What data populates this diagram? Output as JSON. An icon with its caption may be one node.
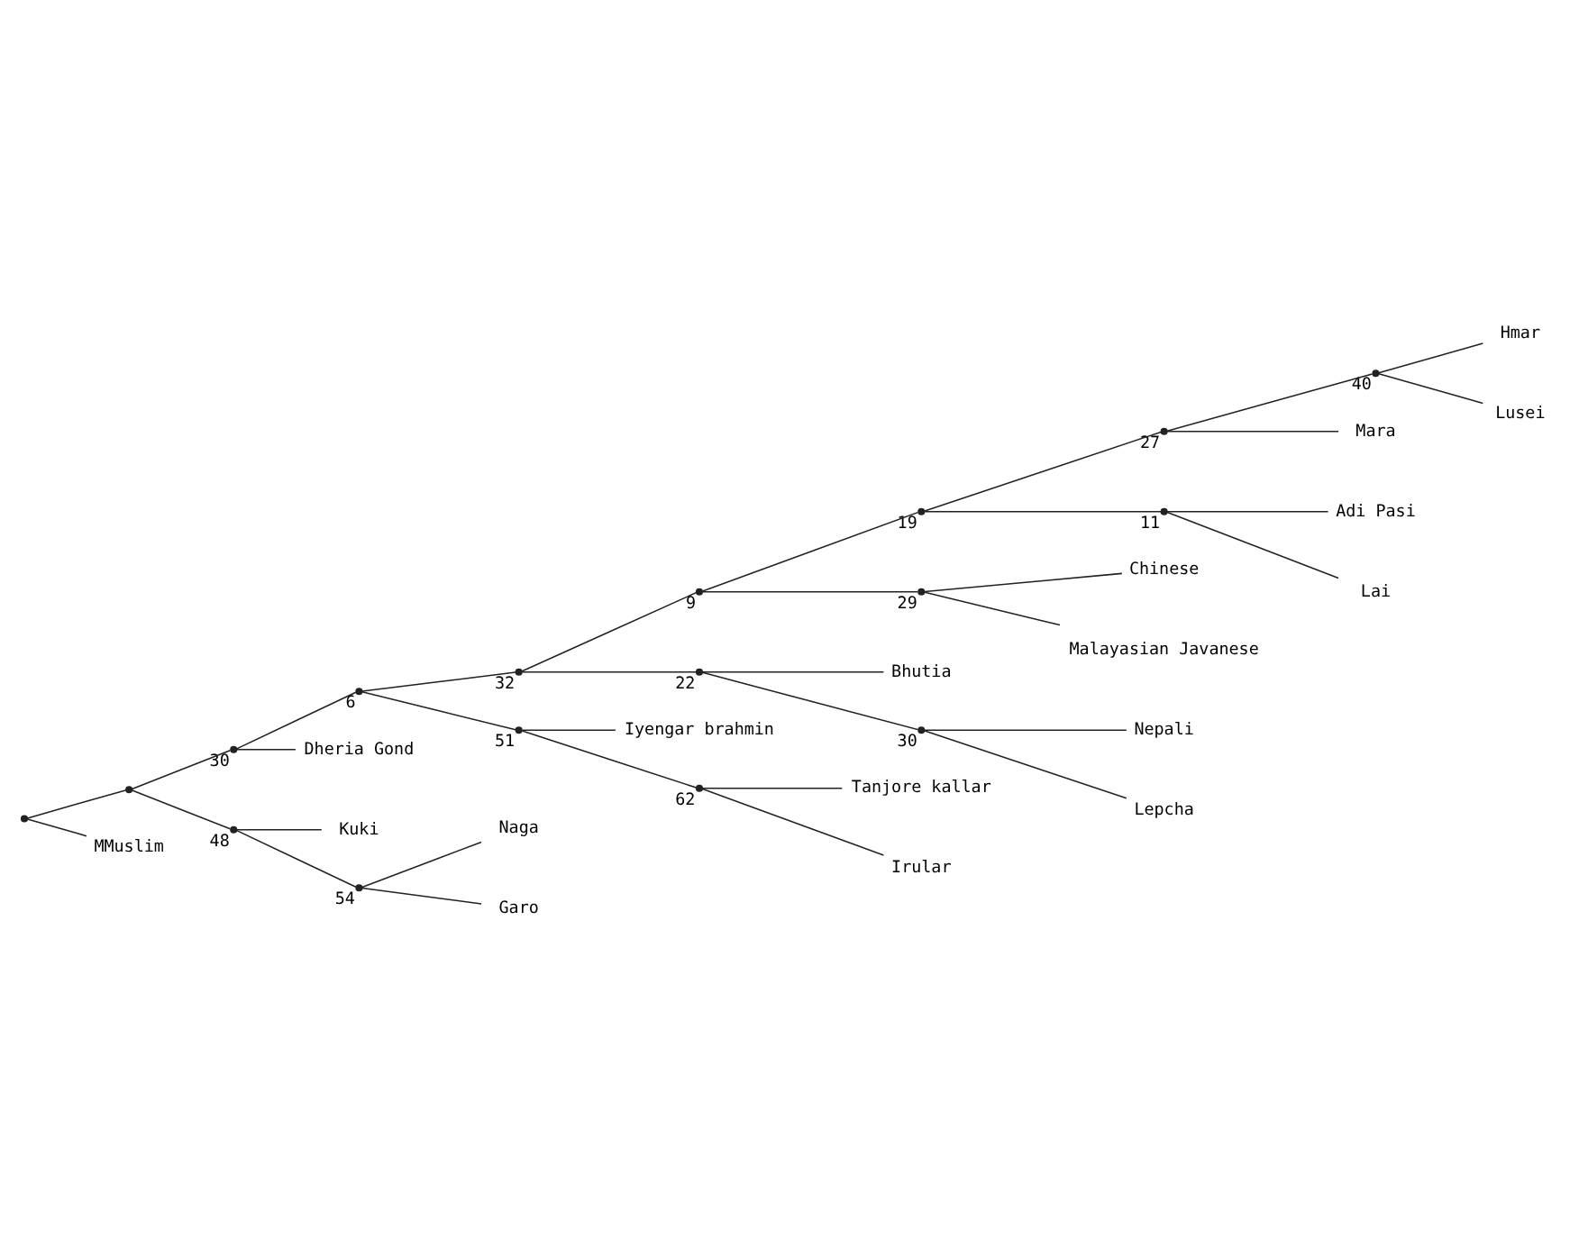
{
  "diagram": {
    "nodes": [
      {
        "text": [],
        "shape": "point"
      },
      {
        "text": [],
        "shape": "point"
      },
      {
        "text": [],
        "shape": "point",
        "beside": [
          "30"
        ]
      },
      {
        "text": [],
        "shape": "point",
        "beside": [
          "6"
        ]
      },
      {
        "text": [],
        "shape": "point",
        "beside": [
          "32"
        ]
      },
      {
        "text": [],
        "shape": "point",
        "beside": [
          "9"
        ]
      },
      {
        "text": [],
        "shape": "point",
        "beside": [
          "19"
        ]
      },
      {
        "text": [],
        "shape": "point",
        "beside": [
          "27"
        ]
      },
      {
        "text": [],
        "shape": "point",
        "beside": [
          "40"
        ]
      },
      {
        "text": [
          "Hmar"
        ]
      },
      {
        "text": [
          "Lusei"
        ]
      },
      {
        "text": [
          "Mara"
        ]
      },
      {
        "text": [],
        "shape": "point",
        "beside": [
          "11"
        ]
      },
      {
        "text": [
          "Adi Pasi"
        ]
      },
      {
        "text": [
          "Lai"
        ]
      },
      {
        "text": [],
        "shape": "point",
        "beside": [
          "29"
        ]
      },
      {
        "text": [
          "Chinese"
        ]
      },
      {
        "text": [
          "Malayasian Javanese"
        ]
      },
      {
        "text": [],
        "shape": "point",
        "beside": [
          "22"
        ]
      },
      {
        "text": [
          "Bhutia"
        ]
      },
      {
        "text": [],
        "shape": "point",
        "beside": [
          "30"
        ]
      },
      {
        "text": [
          "Nepali"
        ]
      },
      {
        "text": [
          "Lepcha"
        ]
      },
      {
        "text": [],
        "shape": "point",
        "beside": [
          "51"
        ]
      },
      {
        "text": [
          "Iyengar brahmin"
        ]
      },
      {
        "text": [],
        "shape": "point",
        "beside": [
          "62"
        ]
      },
      {
        "text": [
          "Tanjore kallar"
        ]
      },
      {
        "text": [
          "Irular"
        ]
      },
      {
        "text": [
          "Dheria Gond"
        ]
      },
      {
        "text": [],
        "shape": "point",
        "beside": [
          "48"
        ]
      },
      {
        "text": [
          "Kuki"
        ]
      },
      {
        "text": [],
        "shape": "point",
        "beside": [
          "54"
        ]
      },
      {
        "text": [
          "Naga"
        ]
      },
      {
        "text": [
          "Garo"
        ]
      },
      {
        "text": [
          "MMuslim"
        ]
      }
    ],
    "edges": [
      {
        "from": 0,
        "to": 1,
        "arrow": "none"
      },
      {
        "from": 0,
        "to": 34,
        "arrow": "none"
      },
      {
        "from": 1,
        "to": 2,
        "arrow": "none"
      },
      {
        "from": 1,
        "to": 29,
        "arrow": "none"
      },
      {
        "from": 2,
        "to": 3,
        "arrow": "none"
      },
      {
        "from": 2,
        "to": 28,
        "arrow": "none"
      },
      {
        "from": 3,
        "to": 4,
        "arrow": "none"
      },
      {
        "from": 3,
        "to": 23,
        "arrow": "none"
      },
      {
        "from": 4,
        "to": 5,
        "arrow": "none"
      },
      {
        "from": 4,
        "to": 18,
        "arrow": "none"
      },
      {
        "from": 5,
        "to": 6,
        "arrow": "none"
      },
      {
        "from": 5,
        "to": 15,
        "arrow": "none"
      },
      {
        "from": 6,
        "to": 7,
        "arrow": "none"
      },
      {
        "from": 6,
        "to": 12,
        "arrow": "none"
      },
      {
        "from": 7,
        "to": 8,
        "arrow": "none"
      },
      {
        "from": 7,
        "to": 11,
        "arrow": "none"
      },
      {
        "from": 8,
        "to": 9,
        "arrow": "none"
      },
      {
        "from": 8,
        "to": 10,
        "arrow": "none"
      },
      {
        "from": 12,
        "to": 13,
        "arrow": "none"
      },
      {
        "from": 12,
        "to": 14,
        "arrow": "none"
      },
      {
        "from": 15,
        "to": 16,
        "arrow": "none"
      },
      {
        "from": 15,
        "to": 17,
        "arrow": "none"
      },
      {
        "from": 18,
        "to": 19,
        "arrow": "none"
      },
      {
        "from": 18,
        "to": 20,
        "arrow": "none"
      },
      {
        "from": 20,
        "to": 21,
        "arrow": "none"
      },
      {
        "from": 20,
        "to": 22,
        "arrow": "none"
      },
      {
        "from": 23,
        "to": 24,
        "arrow": "none"
      },
      {
        "from": 23,
        "to": 25,
        "arrow": "none"
      },
      {
        "from": 25,
        "to": 26,
        "arrow": "none"
      },
      {
        "from": 25,
        "to": 27,
        "arrow": "none"
      },
      {
        "from": 29,
        "to": 30,
        "arrow": "none"
      },
      {
        "from": 29,
        "to": 31,
        "arrow": "none"
      },
      {
        "from": 31,
        "to": 32,
        "arrow": "none"
      },
      {
        "from": 31,
        "to": 33,
        "arrow": "none"
      }
    ]
  }
}
